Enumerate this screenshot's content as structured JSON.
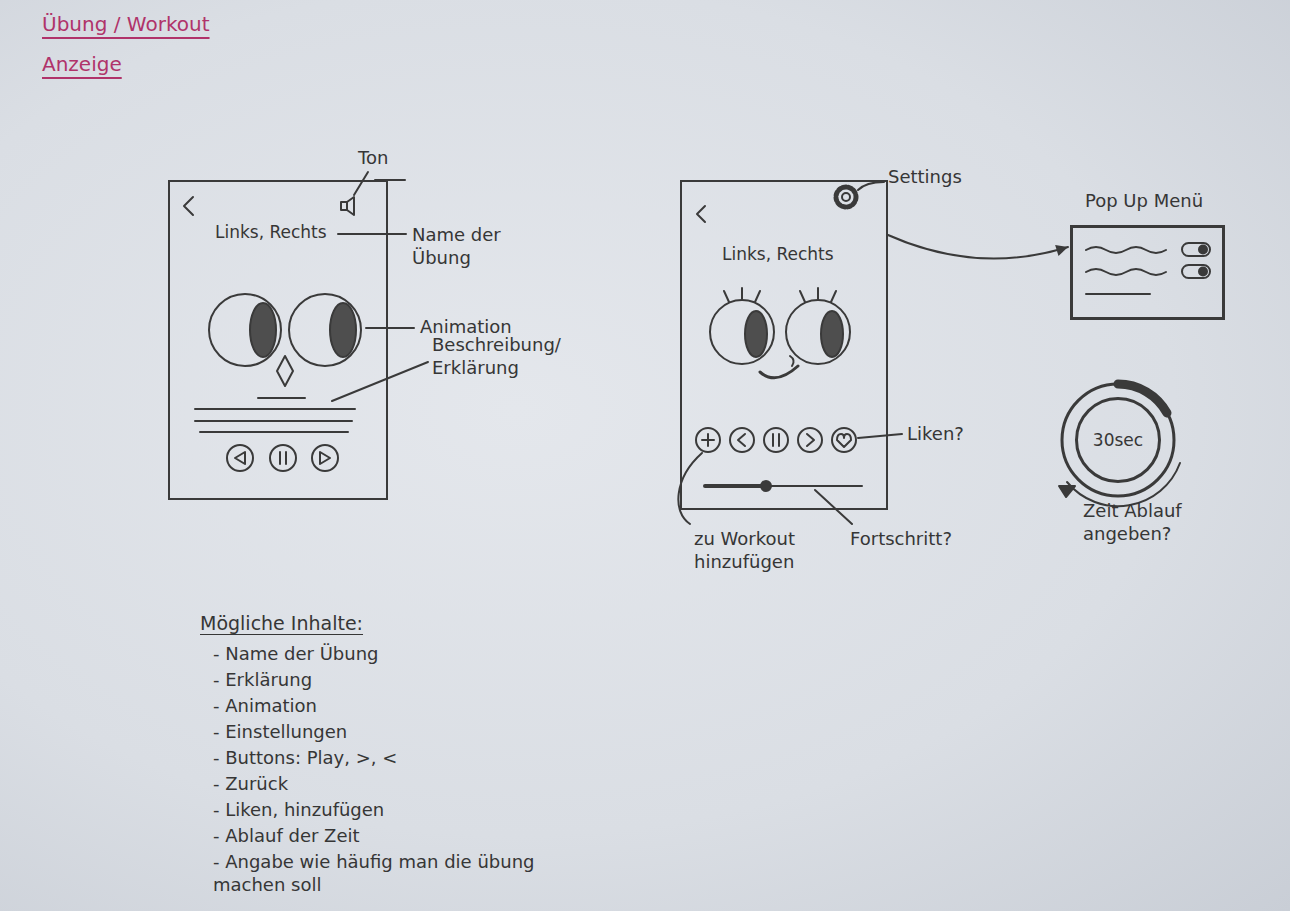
{
  "diagram": {
    "title": "Übung / Workout Anzeige",
    "nodes": [
      {
        "text": [
          "Links, Rechts"
        ]
      },
      {
        "text": [
          "Links, Rechts"
        ]
      },
      {
        "text": [
          "Pop Up Menü"
        ]
      },
      {
        "text": [
          "30sec"
        ]
      }
    ],
    "edges": [
      {
        "from": 1,
        "to": 2,
        "arrow": "to"
      }
    ],
    "labels": [
      "Ton",
      "Name der Übung",
      "Animation",
      "Beschreibung/ Erklärung",
      "Settings",
      "Liken?",
      "zu Workout hinzufügen",
      "Fortschritt?",
      "Zeit Ablauf angeben?",
      "Mögliche Inhalte:",
      "- Name der Übung",
      "- Erklärung",
      "- Animation",
      "- Einstellungen",
      "- Buttons: Play, >, <",
      "- Zurück",
      "- Liken, hinzufügen",
      "- Ablauf der Zeit",
      "- Angabe wie häufig man die übung machen soll"
    ]
  }
}
